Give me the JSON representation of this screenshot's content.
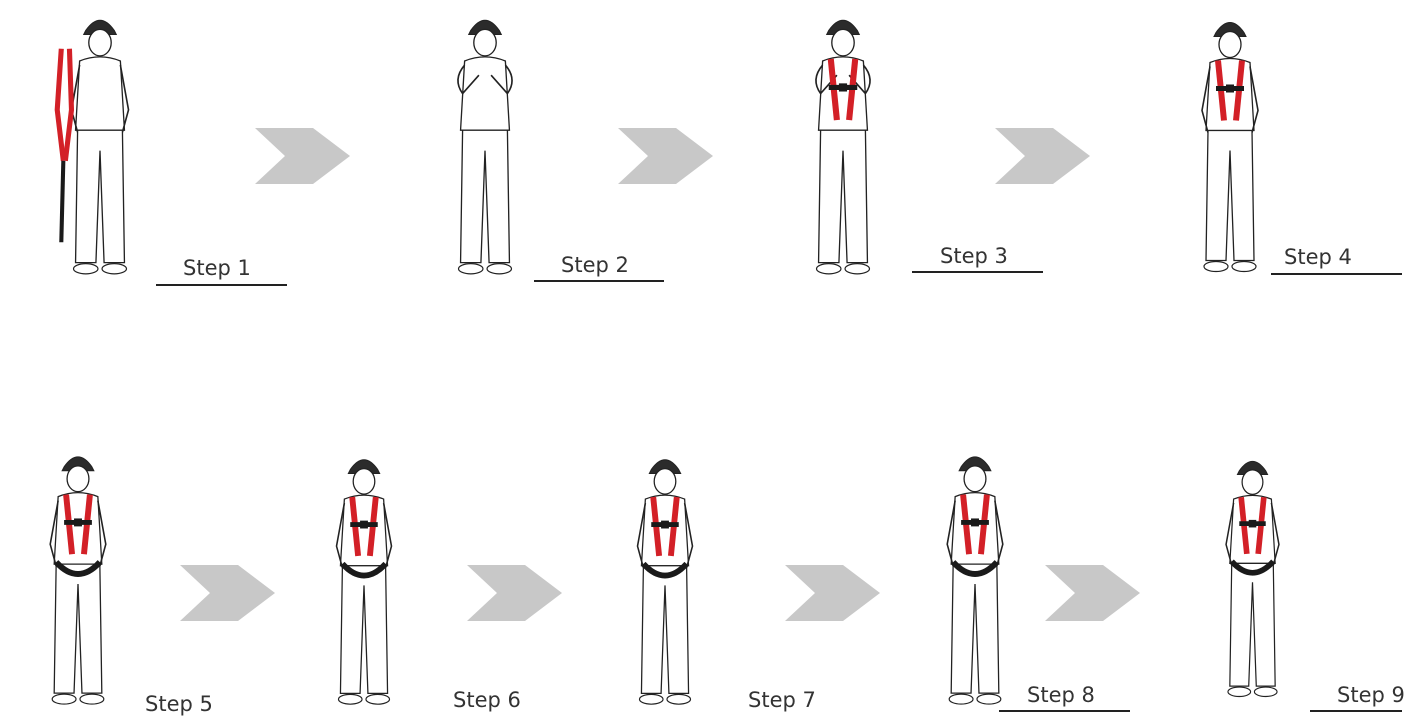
{
  "colors": {
    "harness_red": "#d32027",
    "strap_black": "#1a1a1a",
    "arrow_gray": "#c8c8c8",
    "helmet": "#2b2b2b",
    "outline": "#222222"
  },
  "steps": [
    {
      "label": "Step 1"
    },
    {
      "label": "Step 2"
    },
    {
      "label": "Step 3"
    },
    {
      "label": "Step 4"
    },
    {
      "label": "Step 5"
    },
    {
      "label": "Step 6"
    },
    {
      "label": "Step 7"
    },
    {
      "label": "Step 8"
    },
    {
      "label": "Step 9"
    }
  ],
  "arrows": [
    {
      "icon": "chevron-right-icon"
    },
    {
      "icon": "chevron-right-icon"
    },
    {
      "icon": "chevron-right-icon"
    },
    {
      "icon": "chevron-right-icon"
    },
    {
      "icon": "chevron-right-icon"
    },
    {
      "icon": "chevron-right-icon"
    },
    {
      "icon": "chevron-right-icon"
    }
  ]
}
